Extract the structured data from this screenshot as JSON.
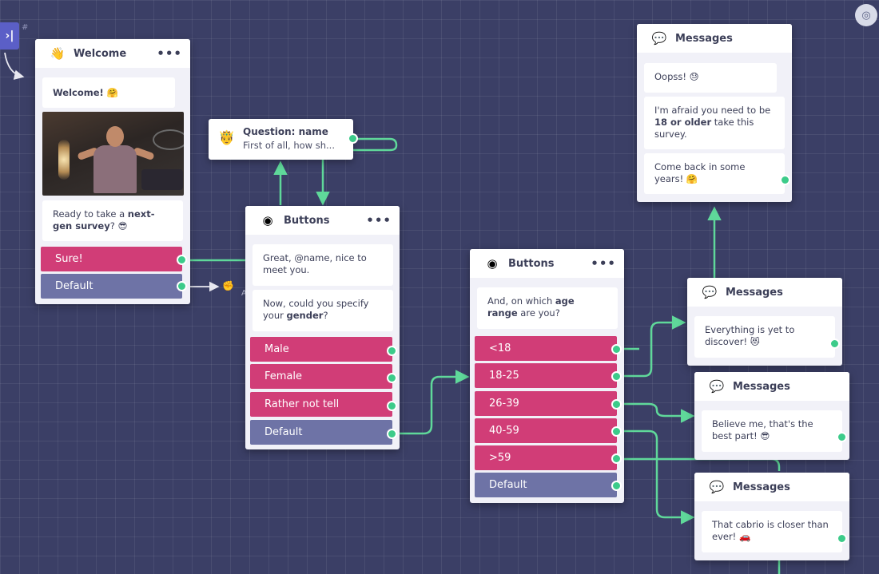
{
  "canvas": {
    "background": "#3b3f66",
    "accent_green": "#3ccb8a",
    "button_pink": "#d13d77",
    "button_default": "#6e73a6"
  },
  "toolbar": {
    "collapse_glyph": "›|",
    "fit_glyph": "◎"
  },
  "welcome": {
    "title": "Welcome",
    "title_icon": "👋",
    "menu": "•••",
    "greeting": "Welcome! 🤗",
    "text_before": "Ready to take a ",
    "text_bold": "next-gen survey",
    "text_after": "? 😎",
    "buttons": [
      "Sure!",
      "Default"
    ]
  },
  "question_name": {
    "title": "Question: name",
    "icon": "🤴",
    "preview": "First of all, how sh..."
  },
  "buttons_gender": {
    "title": "Buttons",
    "menu": "•••",
    "msg1": "Great, @name, nice to meet you.",
    "msg2_before": "Now, could you specify your ",
    "msg2_bold": "gender",
    "msg2_after": "?",
    "options": [
      "Male",
      "Female",
      "Rather not tell",
      "Default"
    ]
  },
  "buttons_age": {
    "title": "Buttons",
    "menu": "•••",
    "msg_before": "And, on which ",
    "msg_bold": "age range",
    "msg_after": " are you?",
    "options": [
      "<18",
      "18-25",
      "26-39",
      "40-59",
      ">59",
      "Default"
    ]
  },
  "messages_top": {
    "title": "Messages",
    "m1": "Oopss! 😓",
    "m2_before": "I'm afraid you need to be ",
    "m2_bold": "18 or older",
    "m2_after": " take this survey.",
    "m3": "Come back in some years! 🤗"
  },
  "messages_a": {
    "title": "Messages",
    "text": "Everything is yet to discover! 😻"
  },
  "messages_b": {
    "title": "Messages",
    "text": "Believe me, that's the best part! 😎"
  },
  "messages_c": {
    "title": "Messages",
    "text": "That cabrio is closer than ever! 🚗"
  },
  "offscreen_node": {
    "icon": "✊",
    "label_partial": "A"
  }
}
